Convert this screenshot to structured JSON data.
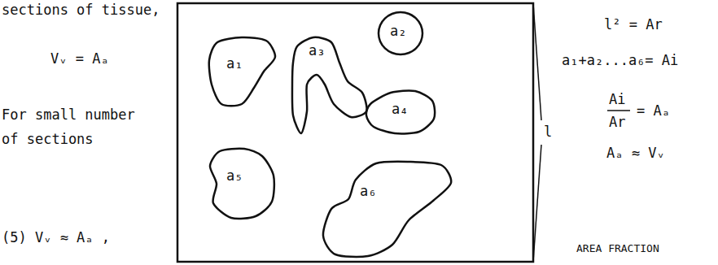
{
  "diagram": {
    "nodes": [
      {
        "text": [
          "a₁"
        ]
      },
      {
        "text": [
          "a₂"
        ]
      },
      {
        "text": [
          "a₃"
        ]
      },
      {
        "text": [
          "a₄"
        ]
      },
      {
        "text": [
          "a₅"
        ]
      },
      {
        "text": [
          "a₆"
        ]
      }
    ],
    "labels": [
      "sections of tissue,",
      "Vᵥ = Aₐ",
      "For small number of sections",
      "(5)  Vᵥ ≈ Aₐ ,",
      "l",
      "l² = Ar",
      "a₁+a₂...a₆= Ai",
      "Ai",
      "Ar",
      "= Aₐ",
      "Aₐ ≈ Vᵥ",
      "AREA FRACTION"
    ]
  }
}
